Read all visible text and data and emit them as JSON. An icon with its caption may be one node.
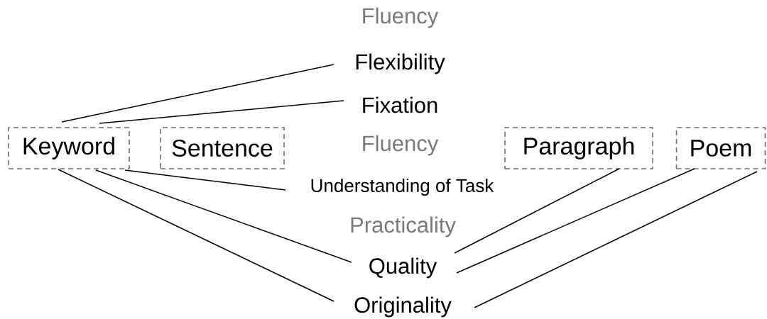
{
  "diagram": {
    "nodes": [
      {
        "text": [
          "Flexibility"
        ]
      },
      {
        "text": [
          "Fixation"
        ]
      },
      {
        "text": [
          "Keyword"
        ]
      },
      {
        "text": [
          "Sentence"
        ]
      },
      {
        "text": [
          "Paragraph"
        ]
      },
      {
        "text": [
          "Poem"
        ]
      },
      {
        "text": [
          "Understanding of Task"
        ]
      },
      {
        "text": [
          "Quality"
        ]
      },
      {
        "text": [
          "Originality"
        ]
      }
    ],
    "edges": [
      {
        "from": 2,
        "to": 0,
        "arrow": "none"
      },
      {
        "from": 2,
        "to": 1,
        "arrow": "none"
      },
      {
        "from": 2,
        "to": 6,
        "arrow": "none"
      },
      {
        "from": 2,
        "to": 7,
        "arrow": "none"
      },
      {
        "from": 2,
        "to": 8,
        "arrow": "none"
      },
      {
        "from": 4,
        "to": 7,
        "arrow": "none"
      },
      {
        "from": 5,
        "to": 7,
        "arrow": "none"
      },
      {
        "from": 5,
        "to": 8,
        "arrow": "none"
      }
    ],
    "labels": [
      "Fluency",
      "Fluency",
      "Practicality"
    ]
  }
}
